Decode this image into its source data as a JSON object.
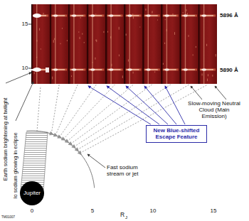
{
  "diagram": {
    "nodes": [
      {
        "text": [
          "New Blue-shifted Escape Feature"
        ]
      },
      {
        "text": [
          "Jupiter"
        ]
      }
    ],
    "labels": [
      "5896 Å",
      "5890 Å",
      "15",
      "10",
      "Earth sodium brightening at twilight",
      "Io sodium glowing in eclipse",
      "Slow-moving Neutral Cloud (Main Emission)",
      "Fast sodium stream or jet",
      "0",
      "5",
      "10",
      "15",
      "R",
      "J",
      "TM01007"
    ]
  }
}
